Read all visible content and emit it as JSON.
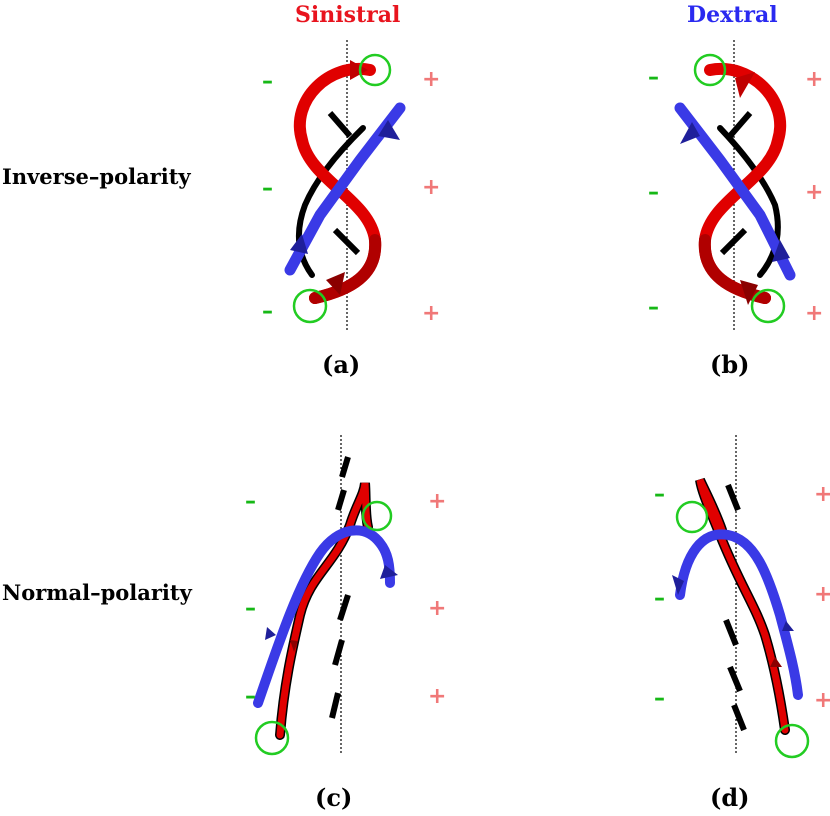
{
  "titles": {
    "sinistral": "Sinistral",
    "dextral": "Dextral"
  },
  "row_labels": {
    "inverse": "Inverse–polarity",
    "normal": "Normal–polarity"
  },
  "panel_labels": {
    "a": "(a)",
    "b": "(b)",
    "c": "(c)",
    "d": "(d)"
  },
  "signs": {
    "minus": "–",
    "plus": "+"
  },
  "colors": {
    "sinistral_title": "#e8141e",
    "dextral_title": "#2a2af0",
    "red_rope": "#e00000",
    "dark_red": "#8b0000",
    "blue_rope": "#3a3ae6",
    "dark_blue": "#15157a",
    "minus_sign": "#16b816",
    "plus_sign": "#f07878",
    "footpoint_circle": "#22cc22",
    "pil_dashes": "#000000"
  }
}
